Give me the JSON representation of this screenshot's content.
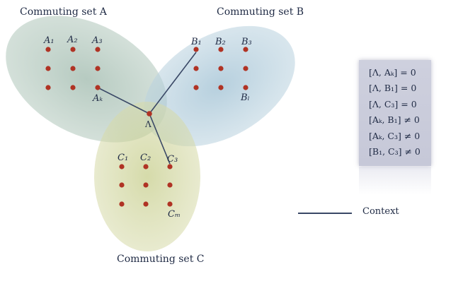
{
  "sets": {
    "a_label": "Commuting set A",
    "b_label": "Commuting set B",
    "c_label": "Commuting set C"
  },
  "node_labels": {
    "a1": "A₁",
    "a2": "A₂",
    "a3": "A₃",
    "ak": "Aₖ",
    "b1": "B₁",
    "b2": "B₂",
    "b3": "B₃",
    "bl": "Bₗ",
    "c1": "C₁",
    "c2": "C₂",
    "c3": "C₃",
    "cm": "Cₘ",
    "lambda": "Λ"
  },
  "relations": [
    "[Λ, Aₖ] = 0",
    "[Λ, B₁] = 0",
    "[Λ, C₃] = 0",
    "[Aₖ, B₁] ≠ 0",
    "[Aₖ, C₃] ≠ 0",
    "[B₁, C₃] ≠ 0"
  ],
  "legend": {
    "context_label": "Context"
  },
  "colors": {
    "set_a": "#9fb9ae",
    "set_b": "#a9c6d6",
    "set_c": "#c9cf94",
    "dot": "#b03324",
    "edge": "#3a4866",
    "relations_box": "#ccced c"
  }
}
